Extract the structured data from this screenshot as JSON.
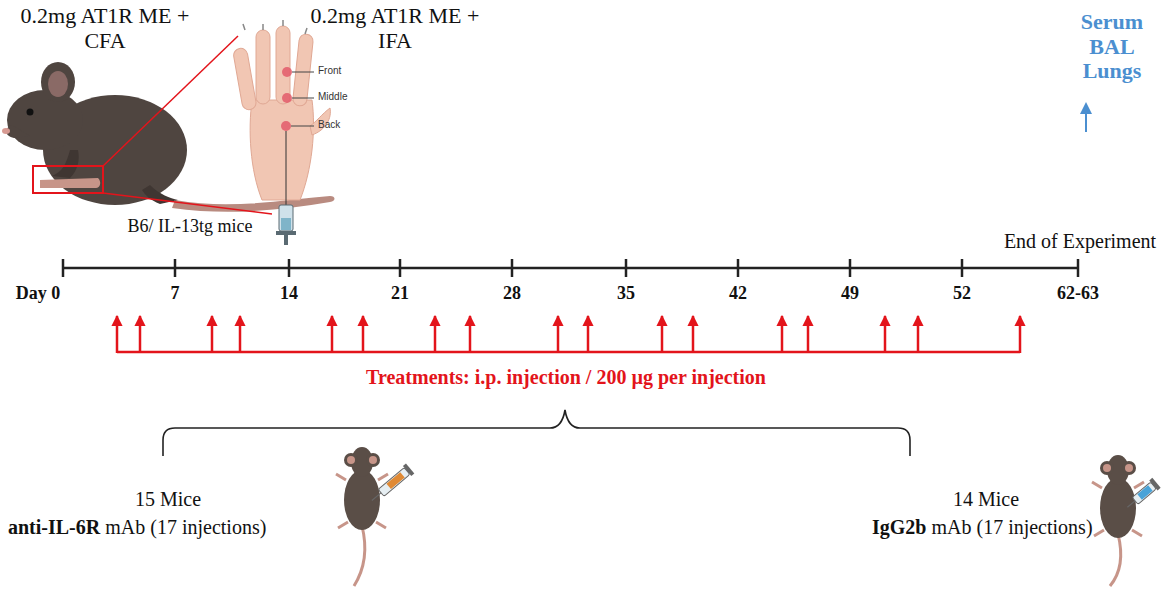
{
  "diagram": {
    "labels": [
      "0.2mg AT1R ME + CFA",
      "0.2mg AT1R ME + IFA",
      "Front",
      "Middle",
      "Back",
      "B6/ IL-13tg mice",
      "Serum BAL Lungs",
      "End of Experiment",
      "Day 0",
      "7",
      "14",
      "21",
      "28",
      "35",
      "42",
      "49",
      "52",
      "62-63",
      "Treatments: i.p. injection / 200 µg per injection",
      "15 Mice",
      "anti-IL-6R",
      "mAb (17 injections)",
      "14 Mice",
      "IgG2b",
      "mAb (17 injections)"
    ]
  }
}
